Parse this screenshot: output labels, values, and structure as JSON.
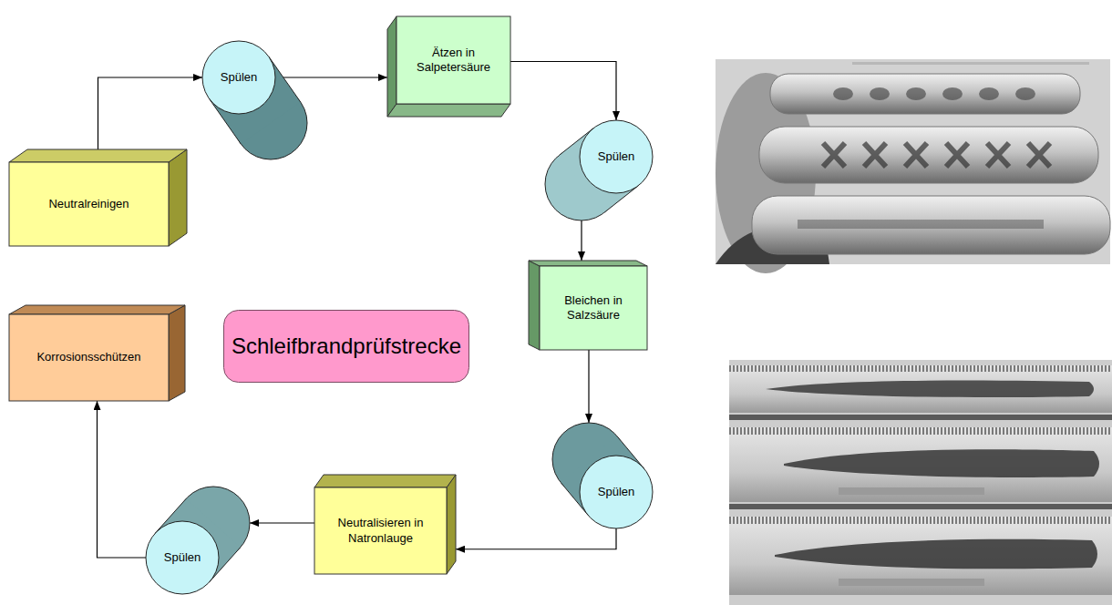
{
  "diagram": {
    "nodes": [
      {
        "text": [
          "Neutralreinigen"
        ]
      },
      {
        "text": [
          "Spülen"
        ]
      },
      {
        "text": [
          "Ätzen in Salpetersäure"
        ]
      },
      {
        "text": [
          "Spülen"
        ]
      },
      {
        "text": [
          "Bleichen in Salzsäure"
        ]
      },
      {
        "text": [
          "Spülen"
        ]
      },
      {
        "text": [
          "Neutralisieren in Natronlauge"
        ]
      },
      {
        "text": [
          "Spülen"
        ]
      },
      {
        "text": [
          "Korrosionsschützen"
        ]
      },
      {
        "text": [
          "Schleifbrandprüfstrecke"
        ]
      }
    ],
    "edges": [
      {
        "from": 0,
        "to": 1,
        "arrow": "to"
      },
      {
        "from": 1,
        "to": 2,
        "arrow": "to"
      },
      {
        "from": 2,
        "to": 3,
        "arrow": "to"
      },
      {
        "from": 3,
        "to": 4,
        "arrow": "to"
      },
      {
        "from": 4,
        "to": 5,
        "arrow": "to"
      },
      {
        "from": 5,
        "to": 6,
        "arrow": "to"
      },
      {
        "from": 6,
        "to": 7,
        "arrow": "to"
      },
      {
        "from": 7,
        "to": 8,
        "arrow": "to"
      }
    ]
  }
}
